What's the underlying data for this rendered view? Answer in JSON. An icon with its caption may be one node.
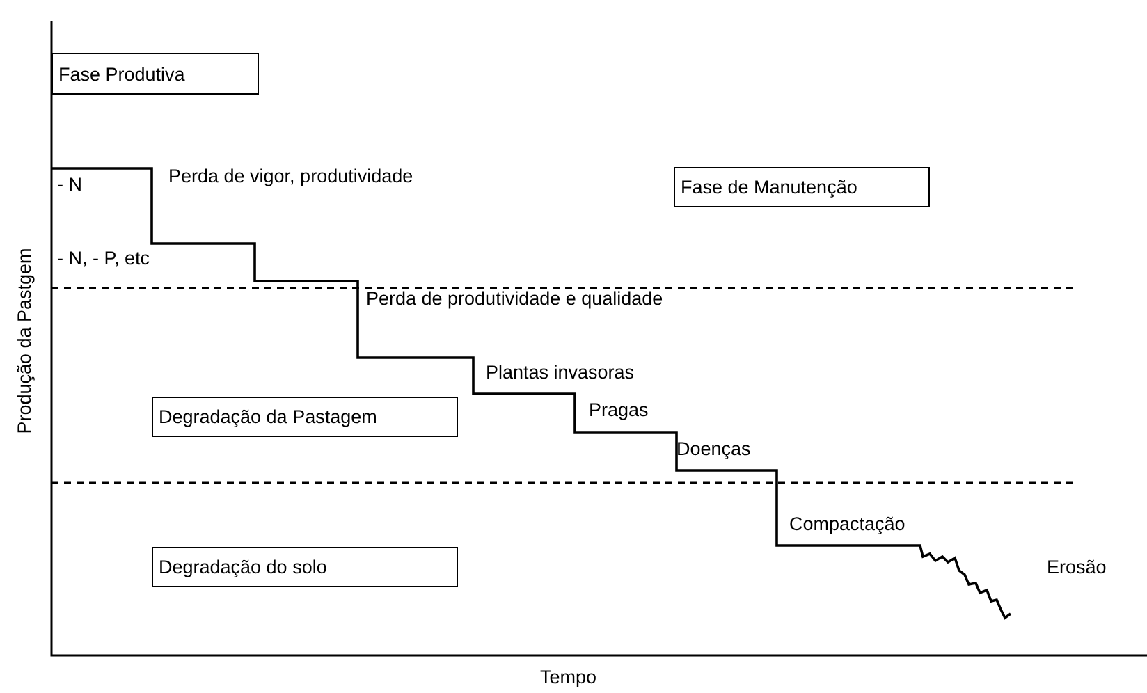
{
  "diagram": {
    "nodes": [
      {
        "text": [
          "Fase Produtiva"
        ]
      },
      {
        "text": [
          "Fase de Manutenção"
        ]
      },
      {
        "text": [
          "Degradação da Pastagem"
        ]
      },
      {
        "text": [
          "Degradação do solo"
        ]
      }
    ],
    "labels": [
      "Produção da Pastgem",
      "- N",
      "Perda de vigor, produtividade",
      "- N, - P, etc",
      "Perda de produtividade e qualidade",
      "Plantas invasoras",
      "Pragas",
      "Doenças",
      "Compactação",
      "Erosão",
      "Tempo"
    ]
  }
}
